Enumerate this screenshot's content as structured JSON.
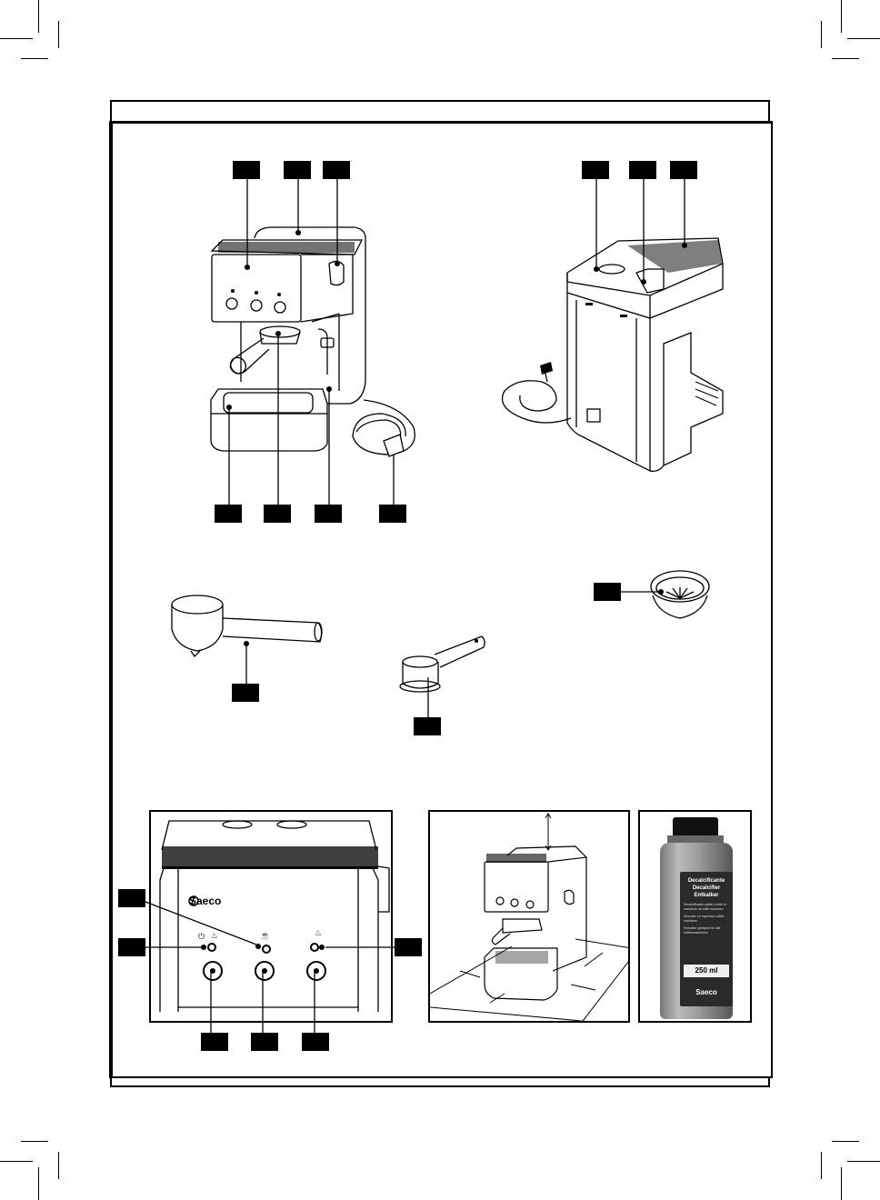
{
  "page": {
    "type": "product overview illustration page",
    "figures": [
      {
        "name": "machine-front-view",
        "callouts": 7
      },
      {
        "name": "machine-rear-view",
        "callouts": 3
      },
      {
        "name": "filter-holder",
        "callouts": 1
      },
      {
        "name": "coffee-measure-scoop",
        "callouts": 1
      },
      {
        "name": "filter-insert",
        "callouts": 1
      },
      {
        "name": "control-panel-closeup",
        "callouts": 6
      },
      {
        "name": "installation-clearance",
        "callouts": 0
      },
      {
        "name": "descaler-bottle",
        "callouts": 0
      }
    ]
  },
  "control_panel": {
    "brand": "Saeco",
    "indicator_symbols": [
      "power-icon",
      "boiler-icon",
      "cup-icon",
      "steam-icon"
    ]
  },
  "descaler_bottle": {
    "line1": "Decalcificante",
    "line2": "Decalcifier",
    "line3": "Entkalker",
    "volume": "250 ml",
    "brand": "Saeco",
    "small_text_1": "Decalcificante adatto a tutte le macchine da caffè espresso",
    "small_text_2": "Descaler for espresso coffee machines",
    "small_text_3": "Entkalker geeignet für alle Kaffeemaschinen"
  }
}
